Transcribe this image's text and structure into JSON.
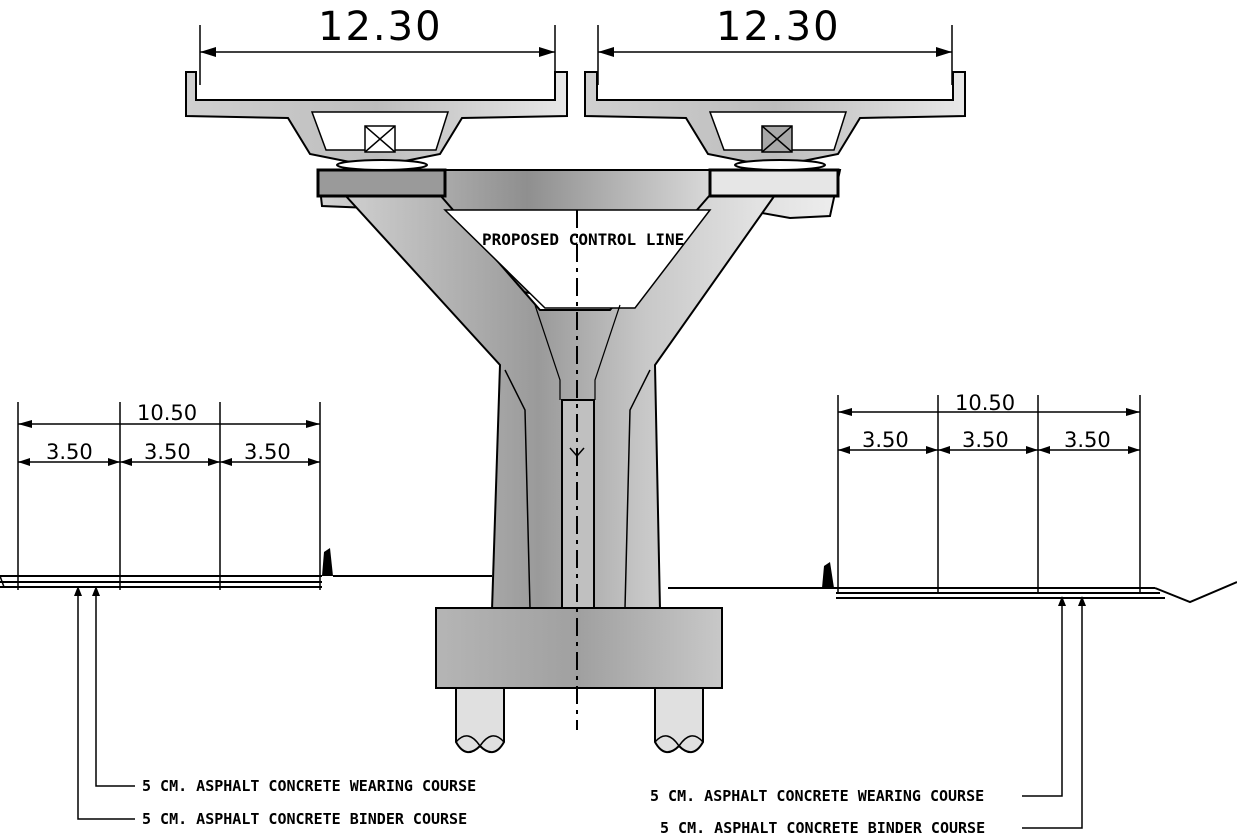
{
  "deck": {
    "left_width": "12.30",
    "right_width": "12.30"
  },
  "control_line_label": "PROPOSED CONTROL LINE",
  "left_road": {
    "total": "10.50",
    "lanes": [
      "3.50",
      "3.50",
      "3.50"
    ]
  },
  "right_road": {
    "total": "10.50",
    "lanes": [
      "3.50",
      "3.50",
      "3.50"
    ]
  },
  "notes": {
    "left_wearing": "5 CM. ASPHALT CONCRETE WEARING COURSE",
    "left_binder": "5 CM. ASPHALT CONCRETE BINDER COURSE",
    "right_wearing": "5 CM. ASPHALT CONCRETE WEARING COURSE",
    "right_binder": "5 CM. ASPHALT CONCRETE BINDER COURSE"
  },
  "colors": {
    "concrete_light": "#e4e4e4",
    "concrete_mid": "#b8b8b8",
    "concrete_dark": "#8a8a8a",
    "line": "#000000"
  }
}
